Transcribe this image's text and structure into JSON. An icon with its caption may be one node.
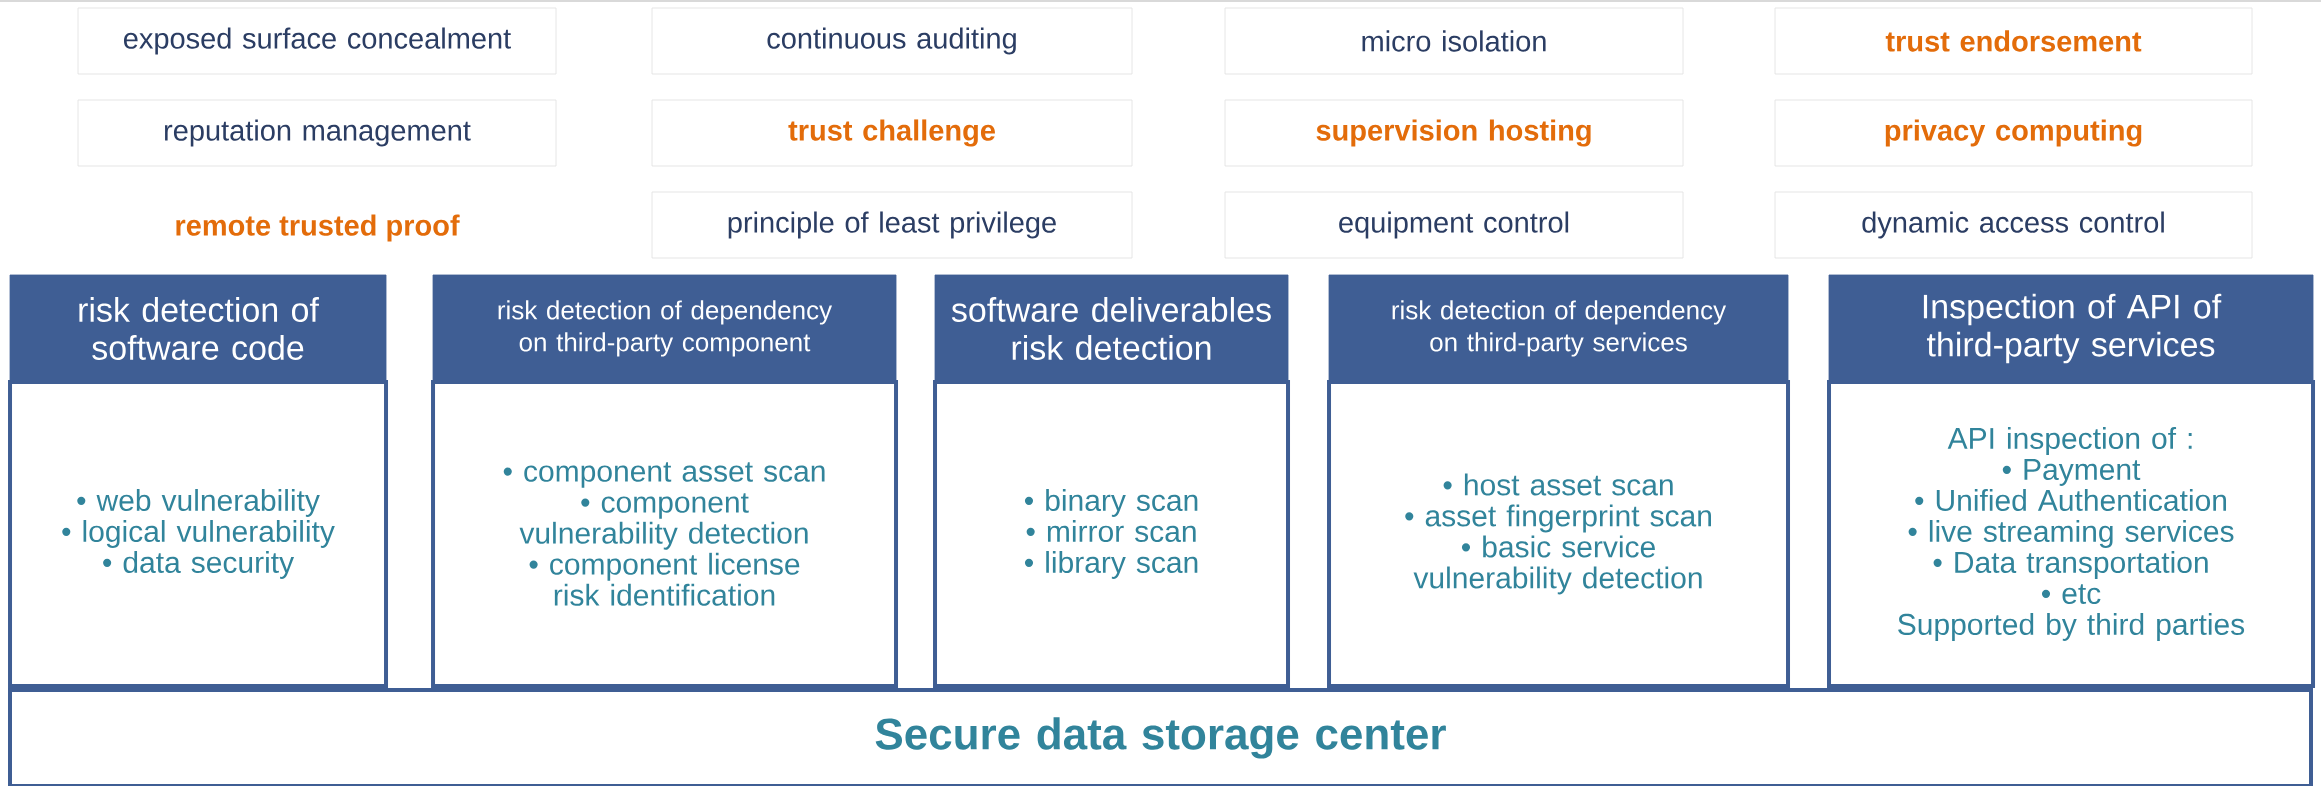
{
  "diagram": {
    "nodes": [
      {
        "text": [
          "exposed surface concealment"
        ]
      },
      {
        "text": [
          "continuous auditing"
        ]
      },
      {
        "text": [
          "micro isolation"
        ]
      },
      {
        "text": [
          "trust endorsement"
        ]
      },
      {
        "text": [
          "reputation management"
        ]
      },
      {
        "text": [
          "trust challenge"
        ]
      },
      {
        "text": [
          "supervision hosting"
        ]
      },
      {
        "text": [
          "privacy computing"
        ]
      },
      {
        "text": [
          "principle of least privilege"
        ]
      },
      {
        "text": [
          "equipment control"
        ]
      },
      {
        "text": [
          "dynamic access control"
        ]
      },
      {
        "text": [
          "risk detection of software code"
        ]
      },
      {
        "text": [
          "risk detection of dependency on third-party component"
        ]
      },
      {
        "text": [
          "software deliverables risk detection"
        ]
      },
      {
        "text": [
          "risk detection of dependency on third-party services"
        ]
      },
      {
        "text": [
          "Inspection of API of third-party services"
        ]
      },
      {
        "text": [
          "• web vulnerability",
          "• logical vulnerability",
          "• data security"
        ]
      },
      {
        "text": [
          "• component asset scan",
          "• component vulnerability detection",
          "• component license risk identification"
        ]
      },
      {
        "text": [
          "• binary scan",
          "• mirror scan",
          "• library scan"
        ]
      },
      {
        "text": [
          "• host asset scan",
          "• asset fingerprint scan",
          "• basic service vulnerability detection"
        ]
      },
      {
        "text": [
          "API inspection of :",
          "• Payment",
          "• Unified Authentication",
          "• live streaming services",
          "• Data transportation",
          "• etc",
          "Supported by third parties"
        ]
      },
      {
        "text": [
          "Secure data storage center"
        ]
      }
    ],
    "labels": [
      "remote trusted proof"
    ]
  }
}
